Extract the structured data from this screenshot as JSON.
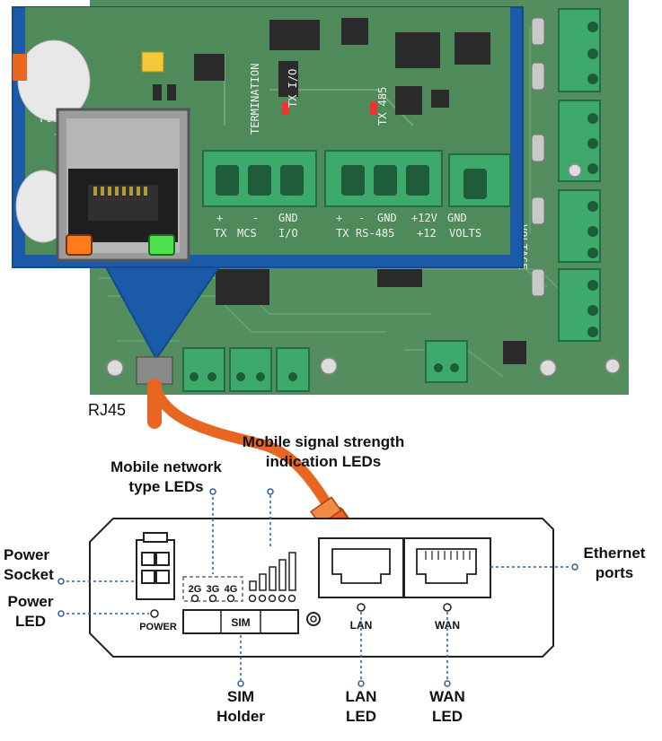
{
  "pcb": {
    "silk_labels": {
      "fuse": "FUSE",
      "tx_io": "TX I/O",
      "tx_485": "TX 485",
      "termination": "TERMINATION",
      "voltage": "VOLTAGE",
      "term1": [
        "+",
        "-",
        "GND"
      ],
      "term1_sub": [
        "TX",
        "MCS",
        "I/O"
      ],
      "term2": [
        "+",
        "-",
        "GND",
        "+12V",
        "GND"
      ],
      "term2_sub": [
        "TX",
        "RS-485",
        "+12",
        "VOLTS"
      ]
    }
  },
  "device": {
    "power_text": "POWER",
    "sim_text": "SIM",
    "lan_text": "LAN",
    "wan_text": "WAN",
    "network_types": [
      "2G",
      "3G",
      "4G"
    ]
  },
  "labels": {
    "rj45": "RJ45",
    "mobile_signal_1": "Mobile signal strength",
    "mobile_signal_2": "indication LEDs",
    "mobile_network_1": "Mobile network",
    "mobile_network_2": "type LEDs",
    "power_socket_1": "Power",
    "power_socket_2": "Socket",
    "power_led_1": "Power",
    "power_led_2": "LED",
    "ethernet_1": "Ethernet",
    "ethernet_2": "ports",
    "sim_holder_1": "SIM",
    "sim_holder_2": "Holder",
    "lan_led_1": "LAN",
    "lan_led_2": "LED",
    "wan_led_1": "WAN",
    "wan_led_2": "LED"
  },
  "colors": {
    "pcb_green": "#4f8a5a",
    "callout_blue": "#1b5aa8",
    "terminal_green": "#3daa6b",
    "cable_orange": "#e8661f",
    "leader_blue": "#2c5f9e",
    "led_orange": "#ff7a1a",
    "led_green": "#4fe04f"
  }
}
